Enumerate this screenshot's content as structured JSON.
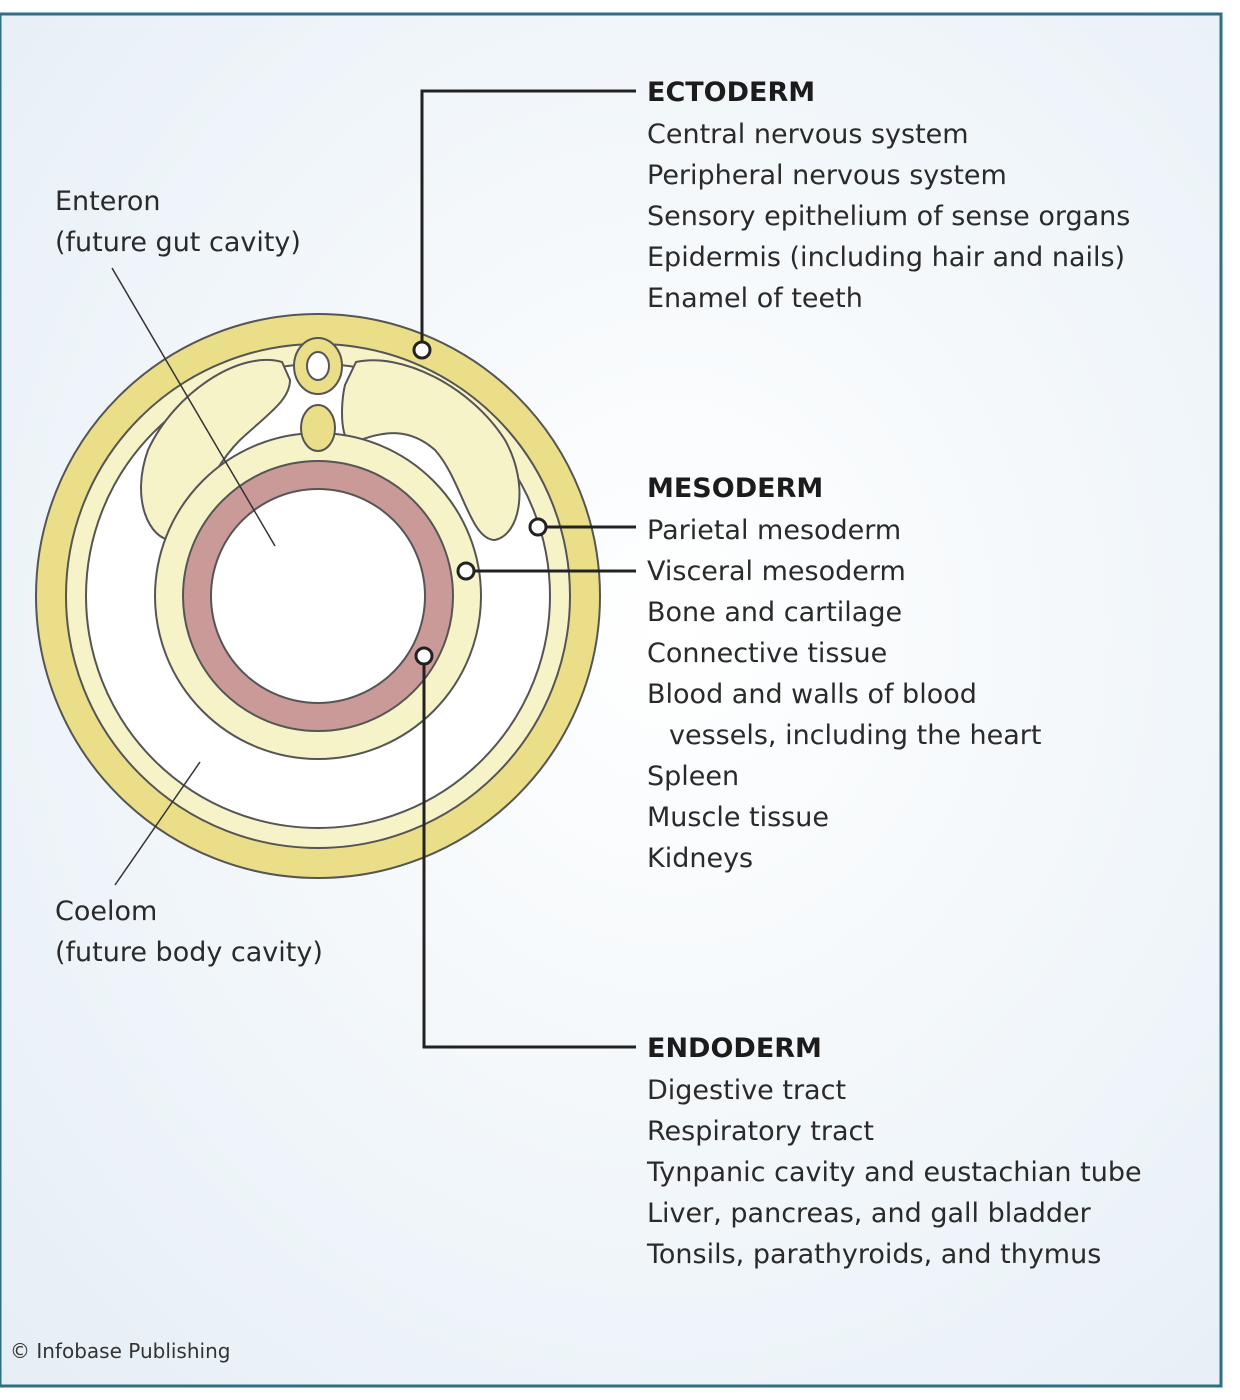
{
  "colors": {
    "background": "#f2f7fb",
    "border": "#2f6f86",
    "ectoderm_fill": "#eadf88",
    "mesoderm_fill": "#f7f3c8",
    "endoderm_fill": "#c99a98",
    "leader_line": "#222222"
  },
  "left_labels": {
    "enteron": {
      "line1": "Enteron",
      "line2": "(future gut cavity)"
    },
    "coelom": {
      "line1": "Coelom",
      "line2": "(future body cavity)"
    }
  },
  "ectoderm": {
    "heading": "ECTODERM",
    "items": [
      "Central nervous system",
      "Peripheral nervous system",
      "Sensory epithelium of sense organs",
      "Epidermis (including hair and nails)",
      "Enamel of teeth"
    ]
  },
  "mesoderm": {
    "heading": "MESODERM",
    "items": [
      "Parietal mesoderm",
      "Visceral mesoderm",
      "Bone and cartilage",
      "Connective tissue",
      "Blood and walls of blood",
      "vessels, including the heart",
      "Spleen",
      "Muscle tissue",
      "Kidneys"
    ]
  },
  "endoderm": {
    "heading": "ENDODERM",
    "items": [
      "Digestive tract",
      "Respiratory tract",
      "Tynpanic cavity and eustachian tube",
      "Liver, pancreas, and gall bladder",
      "Tonsils, parathyroids, and thymus"
    ]
  },
  "credit": "© Infobase Publishing"
}
